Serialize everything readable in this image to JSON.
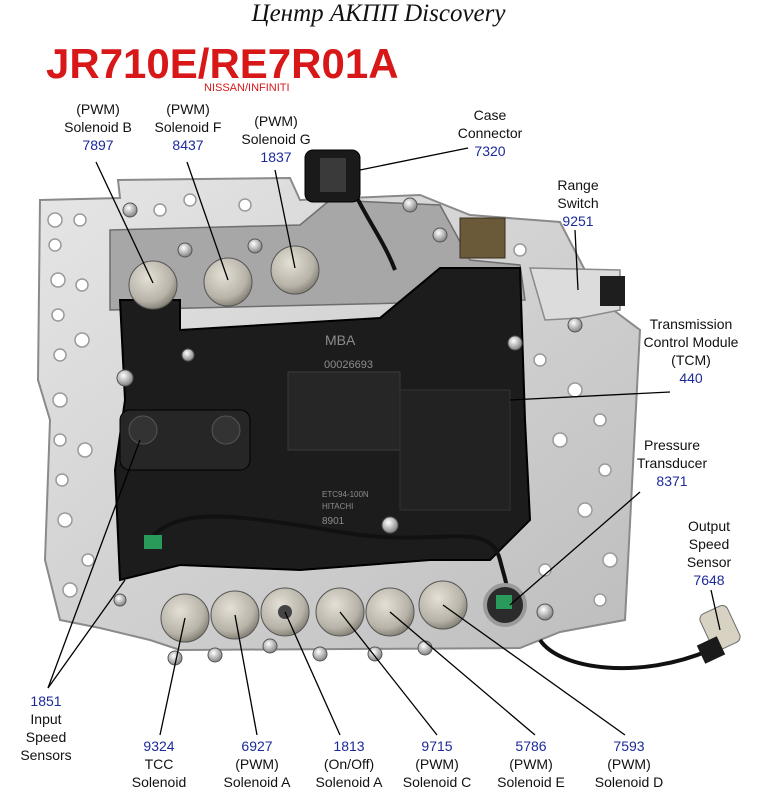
{
  "header": {
    "title": "Центр АКПП Discovery",
    "model": "JR710E/RE7R01A",
    "make": "NISSAN/INFINITI"
  },
  "module_text": {
    "brand": "MBA",
    "serial": "00026693",
    "code": "ETC94-100N",
    "maker": "HITACHI",
    "part": "8901"
  },
  "labels": {
    "solenoid_b": {
      "line1": "(PWM)",
      "line2": "Solenoid B",
      "num": "7897"
    },
    "solenoid_f": {
      "line1": "(PWM)",
      "line2": "Solenoid F",
      "num": "8437"
    },
    "solenoid_g": {
      "line1": "(PWM)",
      "line2": "Solenoid G",
      "num": "1837"
    },
    "case_connector": {
      "line1": "Case",
      "line2": "Connector",
      "num": "7320"
    },
    "range_switch": {
      "line1": "Range",
      "line2": "Switch",
      "num": "9251"
    },
    "tcm": {
      "line1": "Transmission",
      "line2": "Control Module",
      "line3": "(TCM)",
      "num": "440"
    },
    "pressure_transducer": {
      "line1": "Pressure",
      "line2": "Transducer",
      "num": "8371"
    },
    "output_speed_sensor": {
      "line1": "Output",
      "line2": "Speed",
      "line3": "Sensor",
      "num": "7648"
    },
    "input_speed_sensors": {
      "num": "1851",
      "line1": "Input",
      "line2": "Speed",
      "line3": "Sensors"
    },
    "tcc_solenoid": {
      "num": "9324",
      "line1": "TCC",
      "line2": "Solenoid"
    },
    "solenoid_a_pwm": {
      "num": "6927",
      "line1": "(PWM)",
      "line2": "Solenoid A"
    },
    "solenoid_a_onoff": {
      "num": "1813",
      "line1": "(On/Off)",
      "line2": "Solenoid A"
    },
    "solenoid_c": {
      "num": "9715",
      "line1": "(PWM)",
      "line2": "Solenoid C"
    },
    "solenoid_e": {
      "num": "5786",
      "line1": "(PWM)",
      "line2": "Solenoid E"
    },
    "solenoid_d": {
      "num": "7593",
      "line1": "(PWM)",
      "line2": "Solenoid D"
    }
  },
  "colors": {
    "title_red": "#d81818",
    "number_blue": "#1b2a9a",
    "plate": "#d9d9d9",
    "module": "#1a1a1a"
  }
}
